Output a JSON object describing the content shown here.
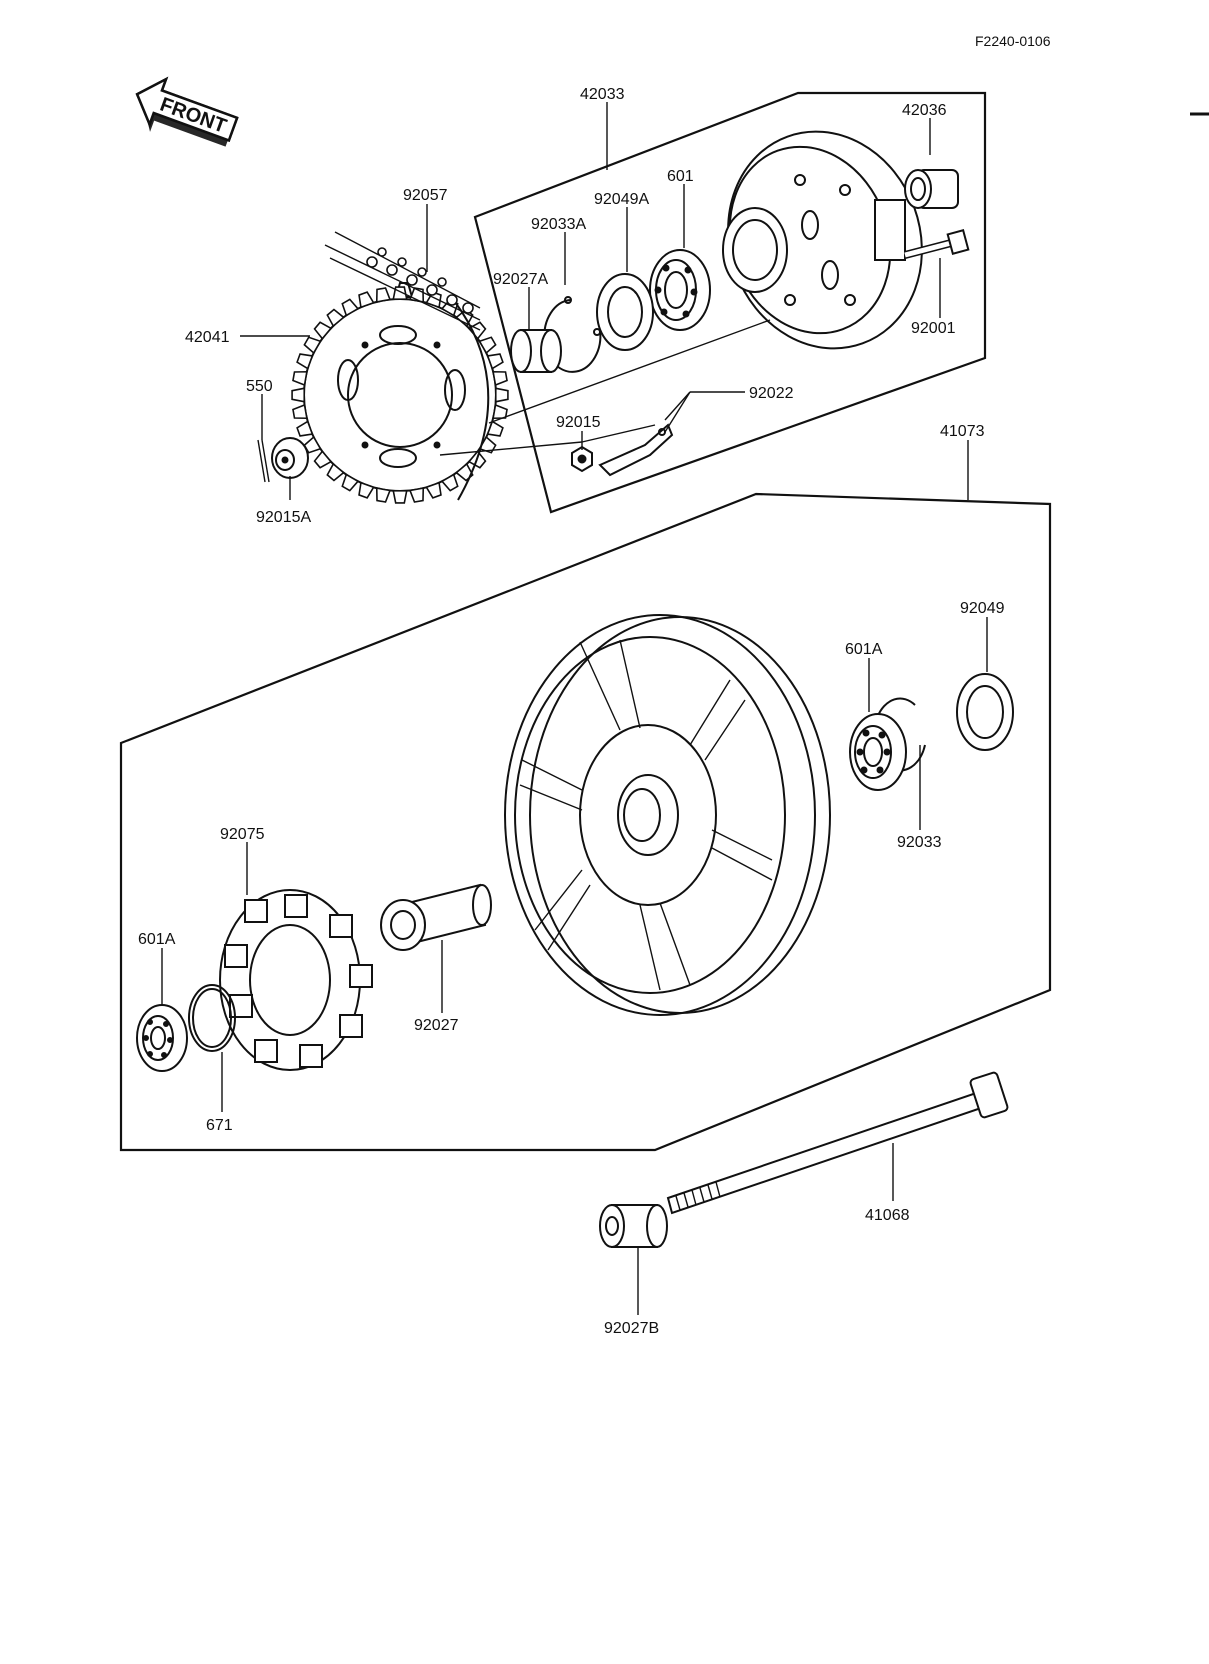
{
  "diagram": {
    "code": "F2240-0106",
    "front_label": "FRONT",
    "parts": {
      "p42033": "42033",
      "p42036": "42036",
      "p601": "601",
      "p92049A": "92049A",
      "p92033A": "92033A",
      "p92027A": "92027A",
      "p92057": "92057",
      "p42041": "42041",
      "p92001": "92001",
      "p550": "550",
      "p92015": "92015",
      "p92022": "92022",
      "p92015A": "92015A",
      "p41073": "41073",
      "p92049": "92049",
      "p601A_right": "601A",
      "p92033": "92033",
      "p92075": "92075",
      "p601A_left": "601A",
      "p92027": "92027",
      "p671": "671",
      "p41068": "41068",
      "p92027B": "92027B"
    }
  }
}
